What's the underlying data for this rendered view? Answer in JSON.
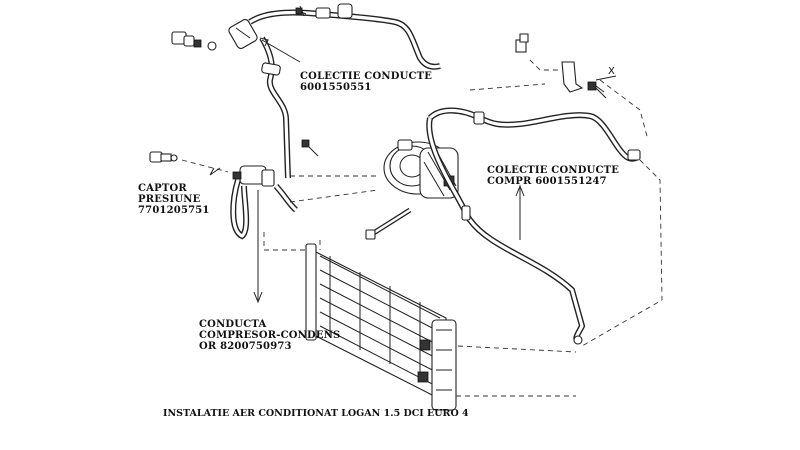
{
  "labels": {
    "colectie_conducte": {
      "line1": "COLECTIE CONDUCTE",
      "line2": "6001550551"
    },
    "colectie_conducte_compr": {
      "line1": "COLECTIE CONDUCTE",
      "line2": "COMPR 6001551247"
    },
    "captor": {
      "line1": "CAPTOR",
      "line2": "PRESIUNE",
      "line3": "7701205751"
    },
    "conducta": {
      "line1": "CONDUCTA",
      "line2": "COMPRESOR-CONDENS",
      "line3": "OR 8200750973"
    },
    "x_marker": "X"
  },
  "caption": "INSTALATIE AER CONDITIONAT LOGAN 1.5 DCI EURO 4"
}
